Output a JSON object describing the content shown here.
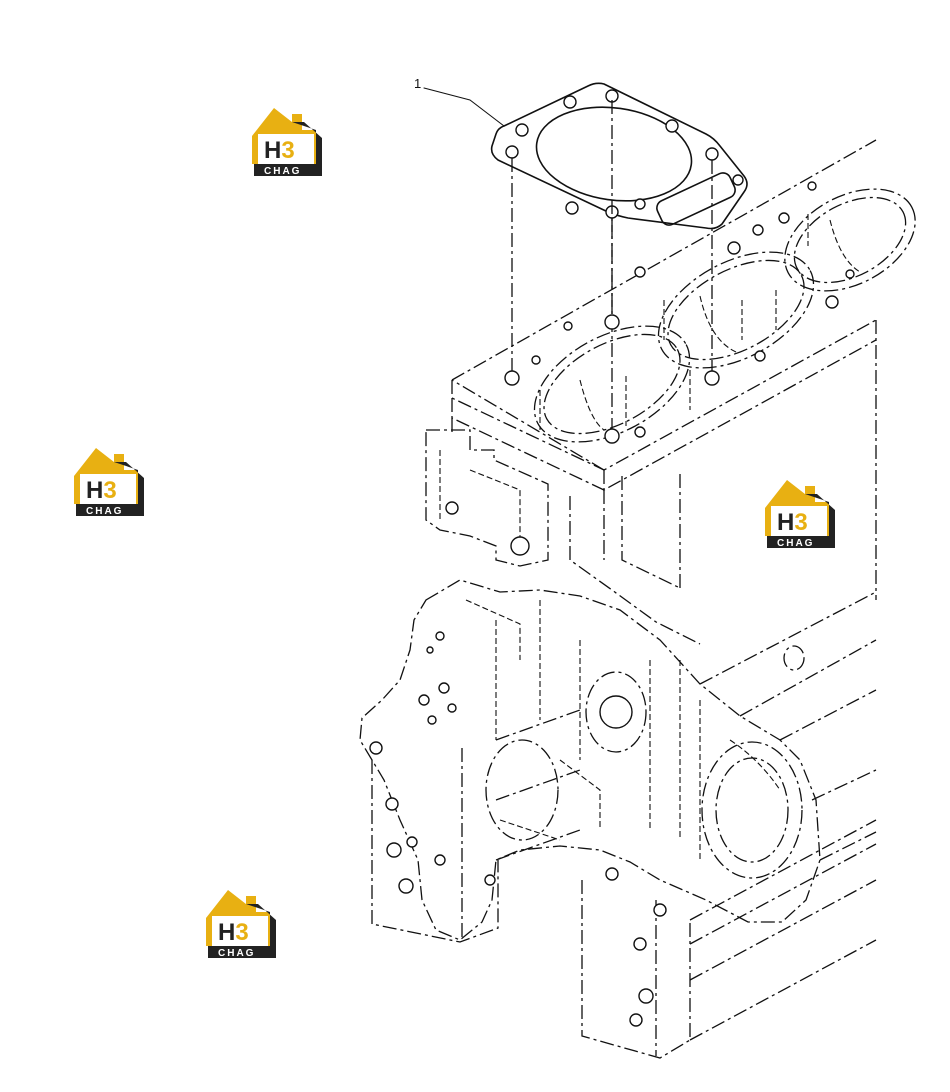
{
  "callouts": [
    {
      "number": "1",
      "part": "cylinder-head-gasket"
    }
  ],
  "watermark": {
    "top_text": "H3",
    "bottom_text": "CHAG",
    "colors": {
      "roof": "#e8b012",
      "dark": "#222222",
      "label_bg": "#222222",
      "label_text": "#ffffff",
      "h_letter": "#222222",
      "three": "#e8b012"
    }
  },
  "colors": {
    "line": "#111111",
    "background": "#ffffff"
  }
}
